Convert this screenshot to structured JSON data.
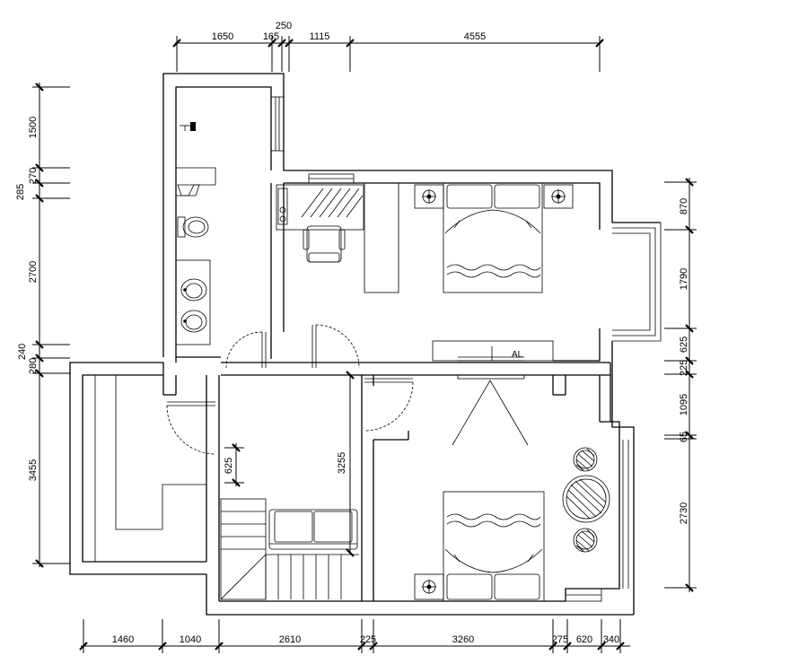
{
  "dimensions": {
    "top": [
      "1650",
      "165",
      "250",
      "1115",
      "4555"
    ],
    "bottom": [
      "1460",
      "1040",
      "2610",
      "225",
      "3260",
      "275",
      "620",
      "340"
    ],
    "left": [
      "1500",
      "270",
      "285",
      "2700",
      "240",
      "280",
      "3455"
    ],
    "right": [
      "870",
      "1790",
      "625",
      "225",
      "1095",
      "65",
      "2730"
    ],
    "inner": [
      "625",
      "3255"
    ]
  },
  "labels": {
    "tv_mark": "AL"
  }
}
